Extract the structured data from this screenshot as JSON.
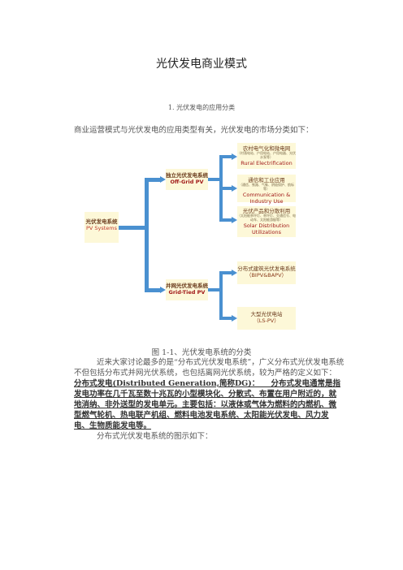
{
  "title": "光伏发电商业模式",
  "section_heading": "1. 光伏发电的应用分类",
  "intro": "商业运营模式与光伏发电的应用类型有关，光伏发电的市场分类如下：",
  "diagram": {
    "root": {
      "cn": "光伏发电系统",
      "en": "PV Systems"
    },
    "offgrid": {
      "cn": "独立光伏发电系统",
      "en": "Off-Grid PV"
    },
    "gridtied": {
      "cn": "并网光伏发电系统",
      "en": "Grid-Tied PV"
    },
    "rural": {
      "cn": "农村电气化和微电网",
      "sub": "（村落电站、户用电站、户用电器、光伏水泵等）",
      "en": "Rural Electrification"
    },
    "comm": {
      "cn": "通信和工业应用",
      "sub": "（通信、铁路、气象、阴极保护、航标等）",
      "en": "Communication & Industry Use"
    },
    "solar": {
      "cn": "光伏产品和分散利用",
      "sub": "（太阳能草坪灯、草坪灯、交通信号、电动车、太阳能游艇等）",
      "en": "Solar Distribution Utilizations"
    },
    "bipv": {
      "cn": "分布式建筑光伏发电系统",
      "en": "（BIPV&BAPV）"
    },
    "lspv": {
      "cn": "大型光伏电站",
      "en": "（LS-PV）"
    }
  },
  "caption": "图 1-1、光伏发电系统的分类",
  "para1_line1": "近来大家讨论最多的是“分布式光伏发电系统”，广义分布式光伏发电系统",
  "para1_line2": "不但包括分布式并网光伏系统，也包括离网光伏系统，较为严格的定义如下：",
  "bold_text": "分布式发电(Distributed Generation,简称DG)：　　分布式发电通常是指发电功率在几千瓦至数十兆瓦的小型模块化、分散式、布置在用户附近的，就地消纳、非外送型的发电单元。主要包括：以液体或气体为燃料的内燃机、微型燃气轮机、热电联产机组、燃料电池发电系统、太阳能光伏发电、风力发电、生物质能发电等。",
  "para2": "分布式光伏发电系统的图示如下："
}
